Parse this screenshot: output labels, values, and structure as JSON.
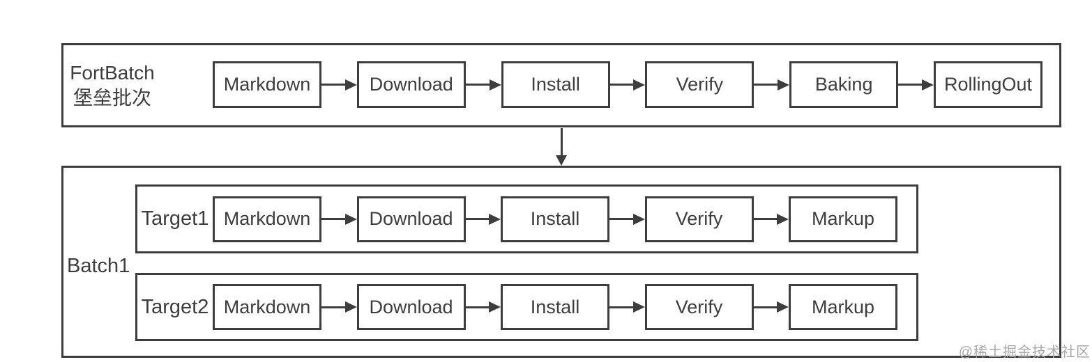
{
  "colors": {
    "background": "#ffffff",
    "line": "#3d3d3d",
    "text": "#3d3d3d",
    "watermark": "#a9a9a9"
  },
  "fort_batch": {
    "label_en": "FortBatch",
    "label_zh": "堡垒批次",
    "steps": [
      "Markdown",
      "Download",
      "Install",
      "Verify",
      "Baking",
      "RollingOut"
    ]
  },
  "batch1": {
    "label": "Batch1",
    "targets": [
      {
        "label": "Target1",
        "steps": [
          "Markdown",
          "Download",
          "Install",
          "Verify",
          "Markup"
        ]
      },
      {
        "label": "Target2",
        "steps": [
          "Markdown",
          "Download",
          "Install",
          "Verify",
          "Markup"
        ]
      }
    ]
  },
  "watermark": {
    "text": "@稀土掘金技术社区"
  }
}
